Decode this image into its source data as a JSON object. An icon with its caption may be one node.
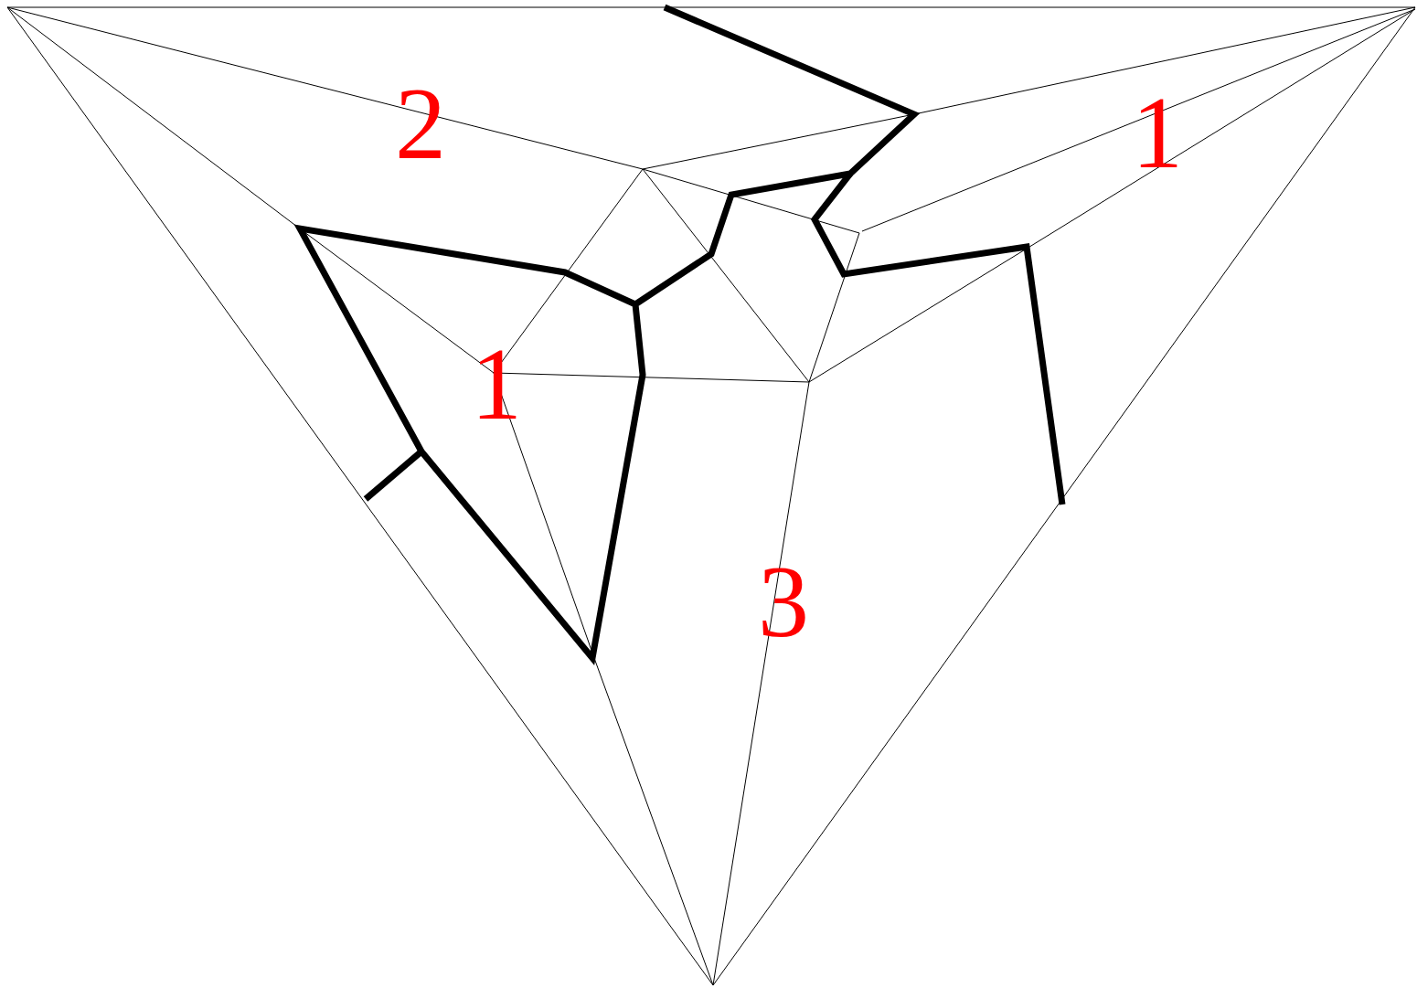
{
  "diagram": {
    "labels": [
      "2",
      "1",
      "1",
      "3"
    ]
  }
}
